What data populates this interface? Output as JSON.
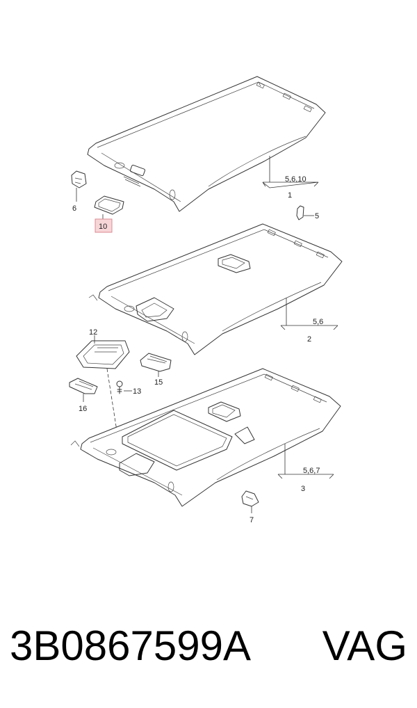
{
  "callouts": {
    "c1": "1",
    "c1_group": "5,6,10",
    "c2": "2",
    "c2_group": "5,6",
    "c3": "3",
    "c3_group": "5,6,7",
    "c5": "5",
    "c6": "6",
    "c7": "7",
    "c10": "10",
    "c12": "12",
    "c13": "13",
    "c15": "15",
    "c16": "16"
  },
  "caption": {
    "part_number": "3B0867599A",
    "brand": "VAG"
  },
  "colors": {
    "highlight_fill": "#f7d6d8",
    "highlight_stroke": "#d98a90",
    "line": "#333333"
  }
}
